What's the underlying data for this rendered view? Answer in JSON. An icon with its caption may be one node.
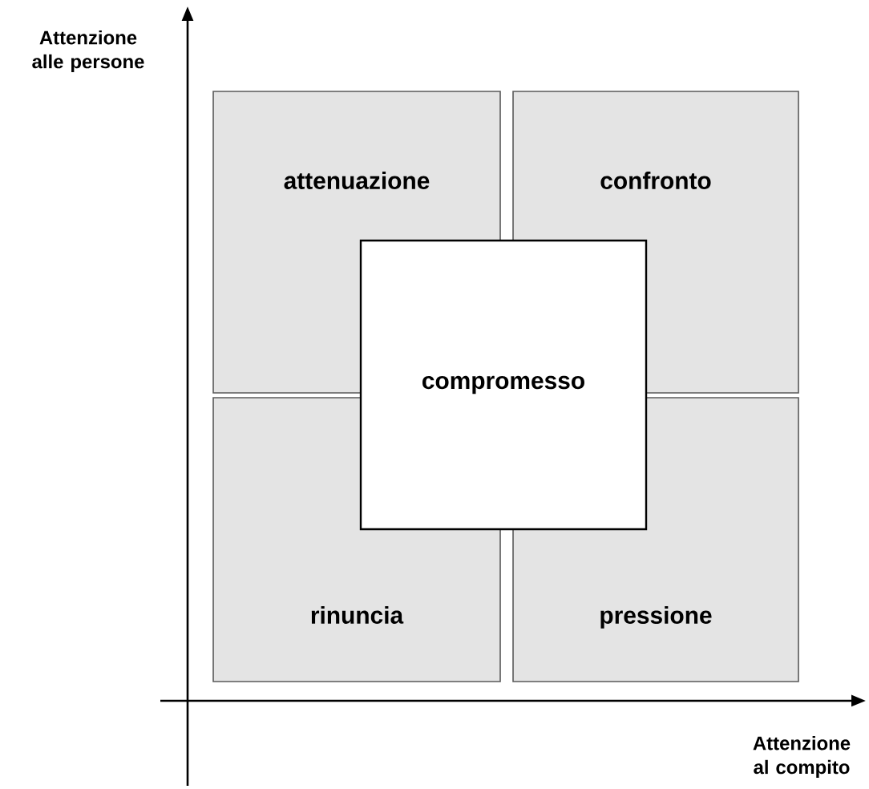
{
  "diagram": {
    "nodes": [
      {
        "text": [
          "attenuazione"
        ]
      },
      {
        "text": [
          "confronto"
        ]
      },
      {
        "text": [
          "compromesso"
        ]
      },
      {
        "text": [
          "rinuncia"
        ]
      },
      {
        "text": [
          "pressione"
        ]
      }
    ],
    "labels": [
      "Attenzione alle persone",
      "Attenzione al compito"
    ]
  }
}
